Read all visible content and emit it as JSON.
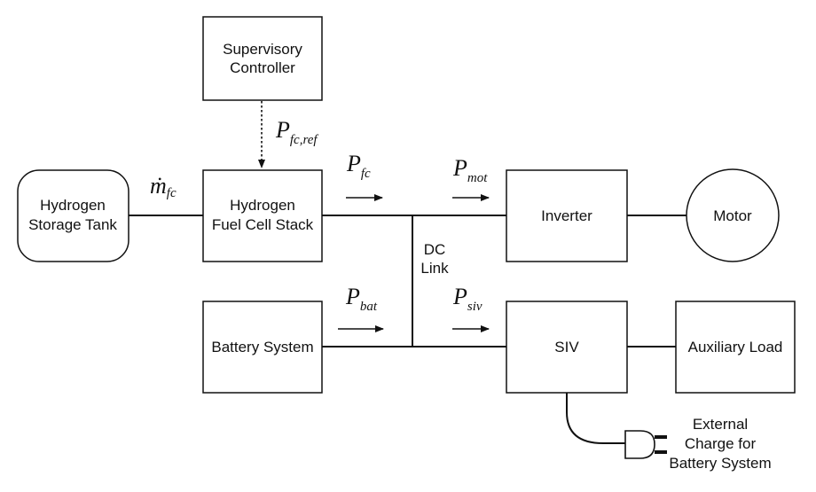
{
  "blocks": {
    "supervisory_controller": [
      "Supervisory",
      "Controller"
    ],
    "hydrogen_storage_tank": [
      "Hydrogen",
      "Storage Tank"
    ],
    "fuel_cell_stack": [
      "Hydrogen",
      "Fuel Cell Stack"
    ],
    "battery_system": "Battery System",
    "inverter": "Inverter",
    "motor": "Motor",
    "siv": "SIV",
    "auxiliary_load": "Auxiliary Load"
  },
  "dc_link": [
    "DC",
    "Link"
  ],
  "external_charge": [
    "External",
    "Charge for",
    "Battery System"
  ],
  "signals": {
    "p_fc_ref": {
      "symbol": "P",
      "subscript": "fc,ref"
    },
    "m_fc": {
      "symbol": "ṁ",
      "subscript": "fc"
    },
    "p_fc": {
      "symbol": "P",
      "subscript": "fc"
    },
    "p_mot": {
      "symbol": "P",
      "subscript": "mot"
    },
    "p_bat": {
      "symbol": "P",
      "subscript": "bat"
    },
    "p_siv": {
      "symbol": "P",
      "subscript": "siv"
    }
  }
}
